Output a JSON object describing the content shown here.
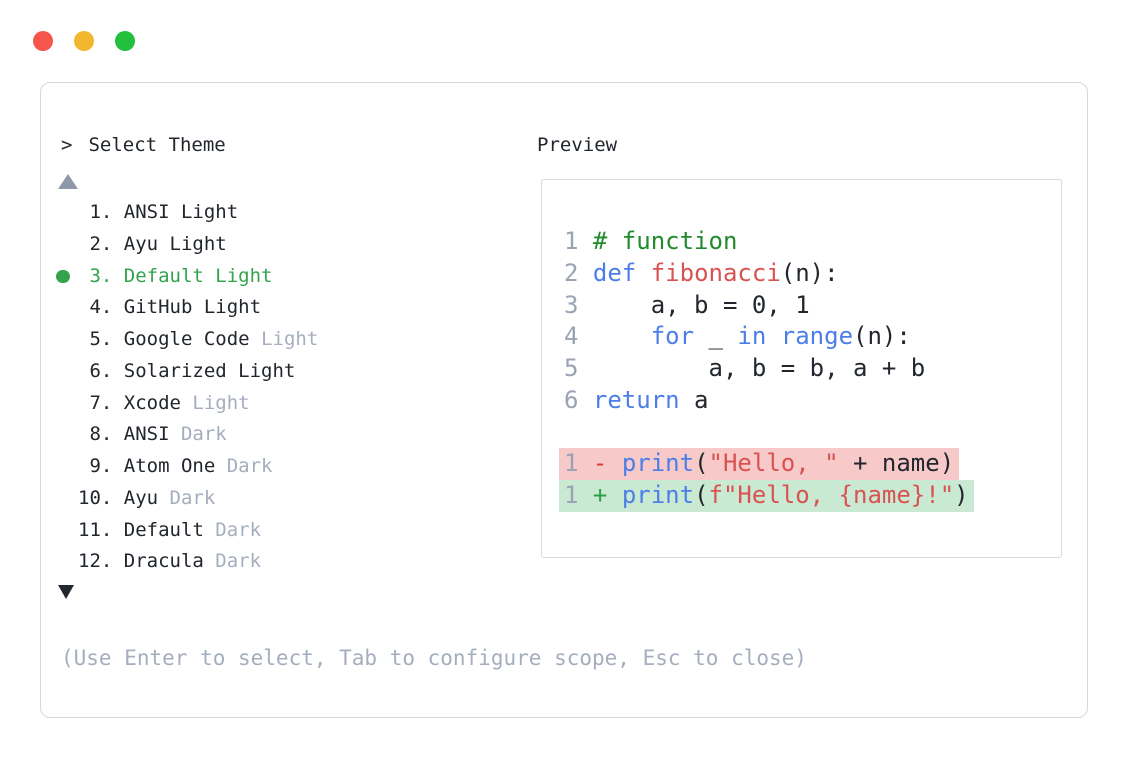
{
  "window": {
    "controls": [
      {
        "name": "close",
        "color": "#f5554c"
      },
      {
        "name": "minimize",
        "color": "#f2b62f"
      },
      {
        "name": "zoom",
        "color": "#22c03c"
      }
    ]
  },
  "selector": {
    "prompt": ">",
    "title": "Select Theme",
    "scroll_up_icon": "triangle-up",
    "scroll_down_icon": "triangle-down",
    "items": [
      {
        "number": "1",
        "name": "ANSI Light",
        "variant": "",
        "selected": false
      },
      {
        "number": "2",
        "name": "Ayu Light",
        "variant": "",
        "selected": false
      },
      {
        "number": "3",
        "name": "Default Light",
        "variant": "",
        "selected": true
      },
      {
        "number": "4",
        "name": "GitHub Light",
        "variant": "",
        "selected": false
      },
      {
        "number": "5",
        "name": "Google Code",
        "variant": "Light",
        "selected": false
      },
      {
        "number": "6",
        "name": "Solarized Light",
        "variant": "",
        "selected": false
      },
      {
        "number": "7",
        "name": "Xcode",
        "variant": "Light",
        "selected": false
      },
      {
        "number": "8",
        "name": "ANSI",
        "variant": "Dark",
        "selected": false
      },
      {
        "number": "9",
        "name": "Atom One",
        "variant": "Dark",
        "selected": false
      },
      {
        "number": "10",
        "name": "Ayu",
        "variant": "Dark",
        "selected": false
      },
      {
        "number": "11",
        "name": "Default",
        "variant": "Dark",
        "selected": false
      },
      {
        "number": "12",
        "name": "Dracula",
        "variant": "Dark",
        "selected": false
      }
    ],
    "hint": "(Use Enter to select, Tab to configure scope, Esc to close)"
  },
  "preview": {
    "label": "Preview",
    "code_lines": [
      {
        "tokens": [
          [
            "ln",
            "1"
          ],
          [
            "pl",
            " "
          ],
          [
            "cm",
            "# function"
          ]
        ]
      },
      {
        "tokens": [
          [
            "ln",
            "2"
          ],
          [
            "pl",
            " "
          ],
          [
            "kw",
            "def"
          ],
          [
            "pl",
            " "
          ],
          [
            "fn",
            "fibonacci"
          ],
          [
            "pl",
            "(n):"
          ]
        ]
      },
      {
        "tokens": [
          [
            "ln",
            "3"
          ],
          [
            "pl",
            " "
          ],
          [
            "pl",
            "    a, b = 0, 1"
          ]
        ]
      },
      {
        "tokens": [
          [
            "ln",
            "4"
          ],
          [
            "pl",
            " "
          ],
          [
            "pl",
            "    "
          ],
          [
            "kw",
            "for"
          ],
          [
            "pl",
            " _ "
          ],
          [
            "kw",
            "in"
          ],
          [
            "pl",
            " "
          ],
          [
            "kw",
            "range"
          ],
          [
            "pl",
            "(n):"
          ]
        ]
      },
      {
        "tokens": [
          [
            "ln",
            "5"
          ],
          [
            "pl",
            " "
          ],
          [
            "pl",
            "        a, b = b, a + b"
          ]
        ]
      },
      {
        "tokens": [
          [
            "ln",
            "6"
          ],
          [
            "pl",
            " "
          ],
          [
            "kw",
            "return"
          ],
          [
            "pl",
            " a"
          ]
        ]
      },
      {
        "tokens": []
      },
      {
        "bg": "removed",
        "tokens": [
          [
            "ln",
            "1"
          ],
          [
            "pl",
            " "
          ],
          [
            "mi",
            "-"
          ],
          [
            "pl",
            " "
          ],
          [
            "kw",
            "print"
          ],
          [
            "pl",
            "("
          ],
          [
            "st",
            "\"Hello, \""
          ],
          [
            "pl",
            " + name)"
          ]
        ]
      },
      {
        "bg": "added",
        "tokens": [
          [
            "ln",
            "1"
          ],
          [
            "pl",
            " "
          ],
          [
            "ad",
            "+"
          ],
          [
            "pl",
            " "
          ],
          [
            "kw",
            "print"
          ],
          [
            "pl",
            "("
          ],
          [
            "st",
            "f\"Hello, {name}!\""
          ],
          [
            "pl",
            ")"
          ]
        ]
      }
    ]
  },
  "palette": {
    "text": "#21262d",
    "muted": "#a5aebe",
    "selected_green": "#33a44c",
    "comment_green": "#1f8b2b",
    "keyword_blue": "#4c7ee8",
    "string_red": "#d95252",
    "line_number_gray": "#99a3b4",
    "diff_removed_bg": "#f8c9c9",
    "diff_added_bg": "#cae9d2",
    "diff_minus_red": "#d23c3c",
    "diff_plus_green": "#2ba045",
    "panel_border": "#d5dae1",
    "scroll_up_gray": "#8d98ab",
    "scroll_down_dark": "#23282e"
  }
}
